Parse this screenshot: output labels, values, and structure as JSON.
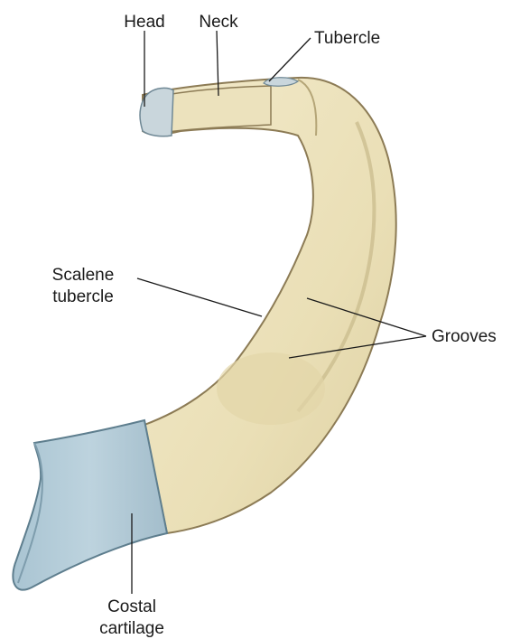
{
  "figure": {
    "labels": {
      "head": "Head",
      "neck": "Neck",
      "tubercle": "Tubercle",
      "scalene_line1": "Scalene",
      "scalene_line2": "tubercle",
      "grooves": "Grooves",
      "costal_line1": "Costal",
      "costal_line2": "cartilage"
    },
    "colors": {
      "bone": "#EDE3BE",
      "bone_shade": "#D9CC9E",
      "bone_outline": "#8C7B55",
      "cartilage": "#B3CCD8",
      "cartilage_shade": "#8FB0C2",
      "cartilage_outline": "#5E7E8E",
      "head_facet": "#C9D6DC",
      "leader_line": "#1a1a1a"
    }
  }
}
